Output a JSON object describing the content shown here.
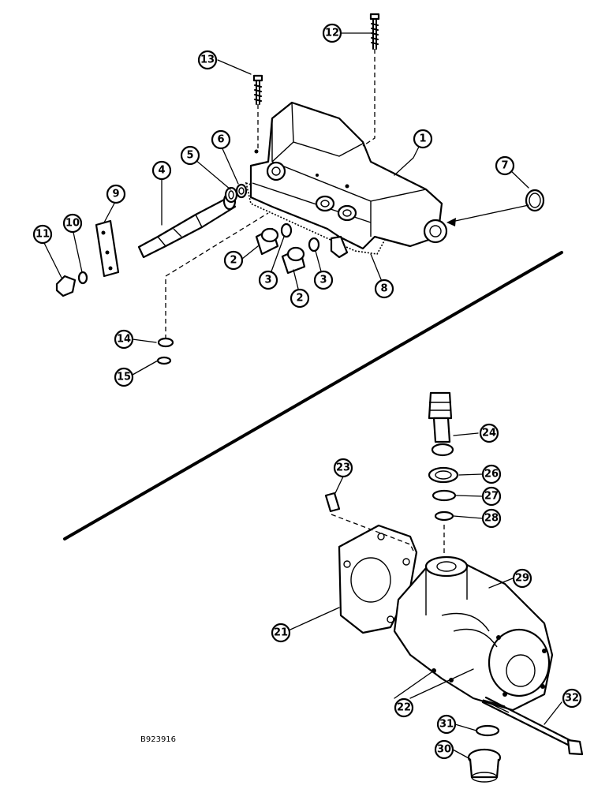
{
  "drawing": {
    "id_label": "B923916",
    "callouts": [
      "1",
      "2",
      "2",
      "3",
      "3",
      "4",
      "5",
      "6",
      "7",
      "8",
      "9",
      "10",
      "11",
      "12",
      "13",
      "14",
      "15",
      "21",
      "22",
      "23",
      "24",
      "26",
      "27",
      "28",
      "29",
      "30",
      "31",
      "32"
    ]
  }
}
